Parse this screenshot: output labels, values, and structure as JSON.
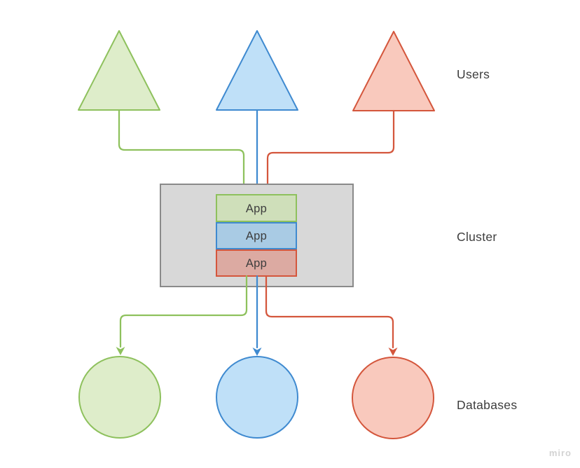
{
  "diagram": {
    "users_label": "Users",
    "cluster_label": "Cluster",
    "databases_label": "Databases",
    "apps": [
      {
        "label": "App"
      },
      {
        "label": "App"
      },
      {
        "label": "App"
      }
    ],
    "watermark": "miro"
  },
  "colors": {
    "background": "#ffffff",
    "green_stroke": "#8ec15d",
    "green_fill": "#deedca",
    "blue_stroke": "#3f8ad0",
    "blue_fill": "#bfe0f8",
    "red_stroke": "#d4563c",
    "red_fill": "#f9c9bd",
    "app_green_fill": "#cfdfba",
    "app_blue_fill": "#a9cbe4",
    "app_red_fill": "#dcaaa2",
    "cluster_fill": "#d8d8d8",
    "cluster_stroke": "#8a8a8a",
    "label_color": "#3d3d3d",
    "watermark_color": "#d3d3d3"
  }
}
